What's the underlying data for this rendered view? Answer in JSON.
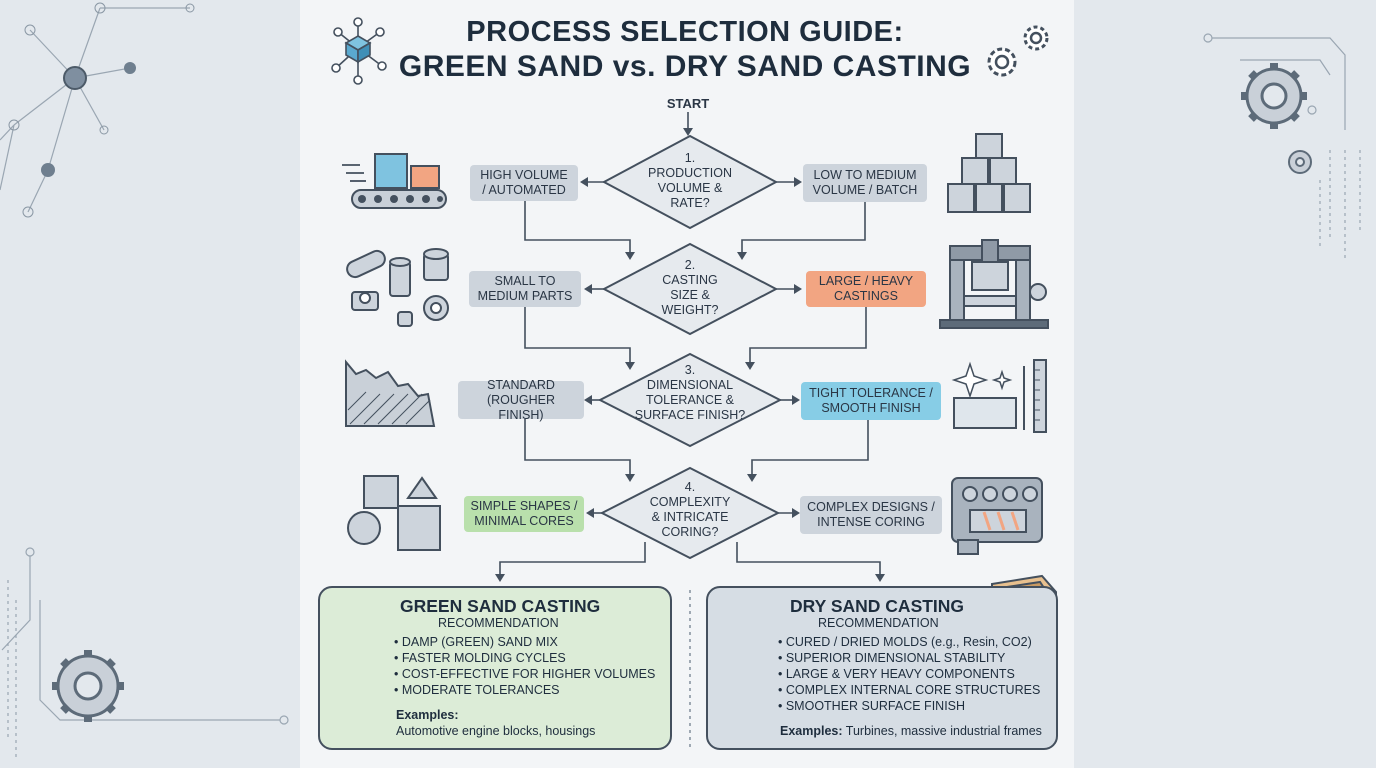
{
  "title": {
    "line1": "PROCESS SELECTION GUIDE:",
    "line2": "GREEN SAND vs. DRY SAND CASTING"
  },
  "start": "START",
  "decisions": [
    {
      "number": "1.",
      "lines": [
        "PRODUCTION",
        "VOLUME &",
        "RATE?"
      ]
    },
    {
      "number": "2.",
      "lines": [
        "CASTING",
        "SIZE &",
        "WEIGHT?"
      ]
    },
    {
      "number": "3.",
      "lines": [
        "DIMENSIONAL",
        "TOLERANCE &",
        "SURFACE FINISH?"
      ]
    },
    {
      "number": "4.",
      "lines": [
        "COMPLEXITY",
        "& INTRICATE",
        "CORING?"
      ]
    }
  ],
  "left_options": [
    {
      "lines": [
        "HIGH VOLUME",
        "/ AUTOMATED"
      ],
      "color": "#cdd4dc"
    },
    {
      "lines": [
        "SMALL TO",
        "MEDIUM PARTS"
      ],
      "color": "#cdd4dc"
    },
    {
      "lines": [
        "STANDARD",
        "(ROUGHER FINISH)"
      ],
      "color": "#cdd4dc"
    },
    {
      "lines": [
        "SIMPLE SHAPES /",
        "MINIMAL CORES"
      ],
      "color": "#b9e0ac"
    }
  ],
  "right_options": [
    {
      "lines": [
        "LOW TO MEDIUM",
        "VOLUME / BATCH"
      ],
      "color": "#cdd4dc"
    },
    {
      "lines": [
        "LARGE / HEAVY",
        "CASTINGS"
      ],
      "color": "#f2a582"
    },
    {
      "lines": [
        "TIGHT TOLERANCE /",
        "SMOOTH FINISH"
      ],
      "color": "#87cde6"
    },
    {
      "lines": [
        "COMPLEX DESIGNS /",
        "INTENSE CORING"
      ],
      "color": "#cdd4dc"
    }
  ],
  "green_panel": {
    "title": "GREEN SAND CASTING",
    "subtitle": "RECOMMENDATION",
    "bullets": [
      "• DAMP (GREEN) SAND MIX",
      "• FASTER MOLDING CYCLES",
      "• COST-EFFECTIVE FOR HIGHER VOLUMES",
      "• MODERATE TOLERANCES"
    ],
    "examples_label": "Examples:",
    "examples_text": "Automotive engine blocks, housings"
  },
  "dry_panel": {
    "title": "DRY SAND CASTING",
    "subtitle": "RECOMMENDATION",
    "bullets": [
      "• CURED / DRIED MOLDS (e.g., Resin, CO2)",
      "• SUPERIOR DIMENSIONAL STABILITY",
      "• LARGE & VERY HEAVY COMPONENTS",
      "• COMPLEX INTERNAL CORE STRUCTURES",
      "• SMOOTHER SURFACE FINISH"
    ],
    "examples_label": "Examples:",
    "examples_text": "Turbines, massive industrial frames"
  },
  "icons": {
    "title_left": "network-cube-icon",
    "title_right": "gears-icon",
    "row1_left": "conveyor-belt-icon",
    "row1_right": "stacked-boxes-icon",
    "row2_left": "small-parts-icon",
    "row2_right": "heavy-press-machine-icon",
    "row3_left": "rough-surface-icon",
    "row3_right": "smooth-surface-ruler-icon",
    "row4_left": "simple-shapes-icon",
    "row4_right": "engine-block-icon",
    "green_panel_top": "sand-mix-bucket-icon",
    "green_panel_bottom": "engine-block-icon",
    "dry_panel_top": "dry-mold-box-icon",
    "dry_panel_middle": "turbine-icon",
    "dry_panel_bottom": "frame-structure-icon"
  },
  "colors": {
    "green_accent": "#b9e0ac",
    "orange_accent": "#f2a582",
    "blue_accent": "#87cde6",
    "neutral_box": "#cdd4dc",
    "line": "#44505e"
  }
}
